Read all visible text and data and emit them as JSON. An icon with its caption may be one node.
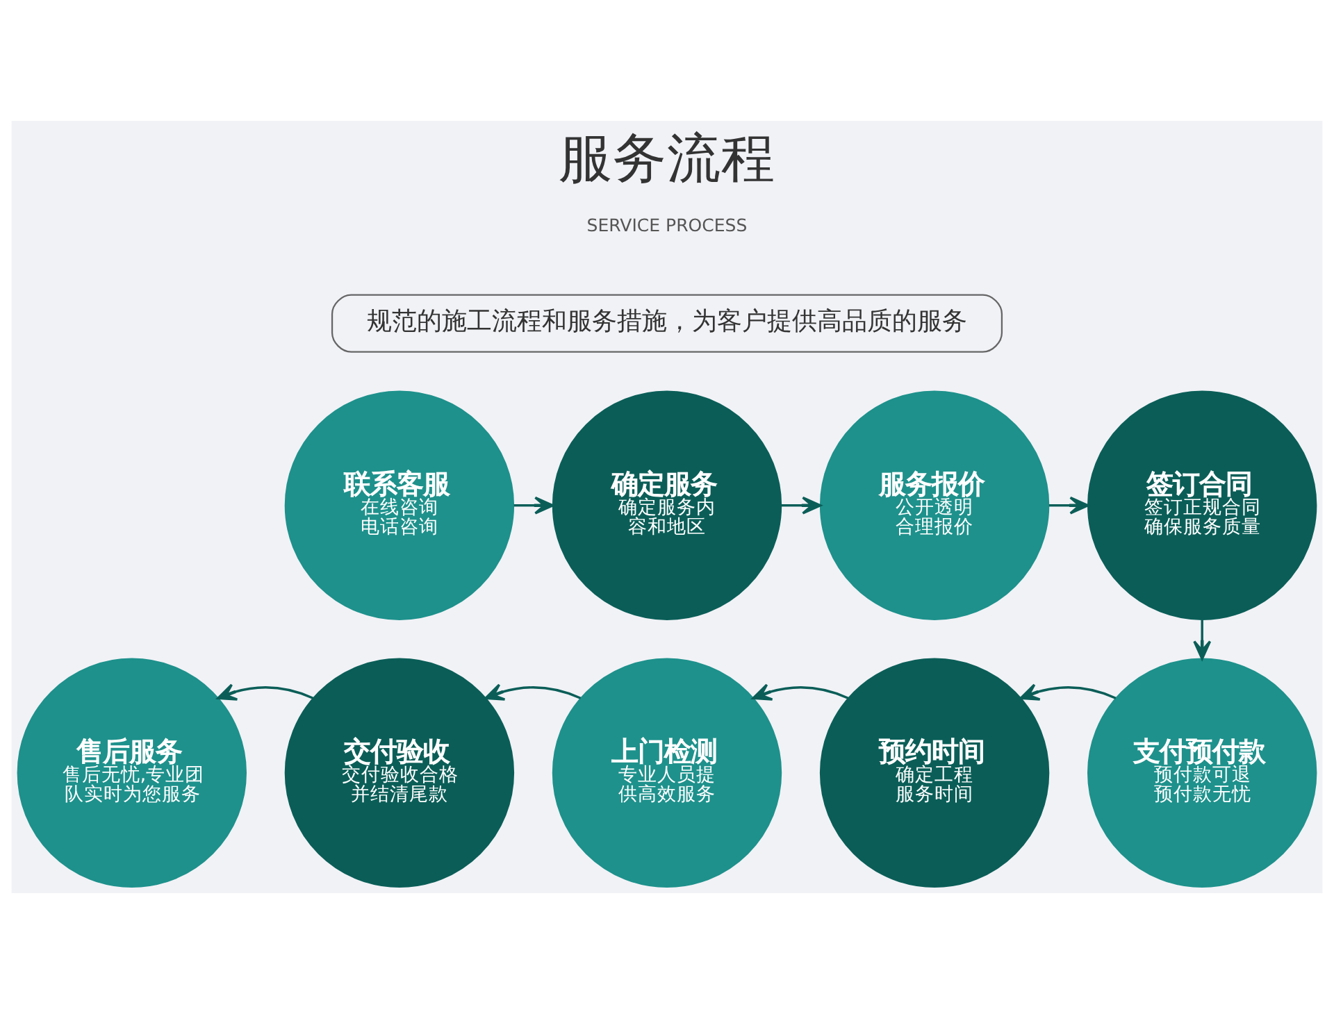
{
  "diagram": {
    "title": "服务流程",
    "nodes": [
      {
        "text": [
          "规范的施工流程和服务措施，为客户提供高品质的服务"
        ]
      },
      {
        "text": [
          "联系客服",
          "在线咨询电话咨询"
        ]
      },
      {
        "text": [
          "确定服务",
          "确定服务内容和地区"
        ]
      },
      {
        "text": [
          "服务报价",
          "公开透明合理报价"
        ]
      },
      {
        "text": [
          "签订合同",
          "签订正规合同确保服务质量"
        ]
      },
      {
        "text": [
          "支付预付款",
          "预付款可退预付款无忧"
        ]
      },
      {
        "text": [
          "预约时间",
          "确定工程服务时间"
        ]
      },
      {
        "text": [
          "上门检测",
          "专业人员提供高效服务"
        ]
      },
      {
        "text": [
          "交付验收",
          "交付验收合格并结清尾款"
        ]
      },
      {
        "text": [
          "售后服务",
          "售后无忧,专业团队实时为您服务"
        ]
      }
    ],
    "edges": [
      {
        "from": 1,
        "to": 2,
        "arrow": "to"
      },
      {
        "from": 2,
        "to": 3,
        "arrow": "to"
      },
      {
        "from": 3,
        "to": 4,
        "arrow": "to"
      },
      {
        "from": 4,
        "to": 5,
        "arrow": "to"
      },
      {
        "from": 5,
        "to": 6,
        "arrow": "to"
      },
      {
        "from": 6,
        "to": 7,
        "arrow": "to"
      },
      {
        "from": 7,
        "to": 8,
        "arrow": "to"
      },
      {
        "from": 8,
        "to": 9,
        "arrow": "to"
      }
    ],
    "labels": [
      "SERVICE PROCESS"
    ]
  }
}
